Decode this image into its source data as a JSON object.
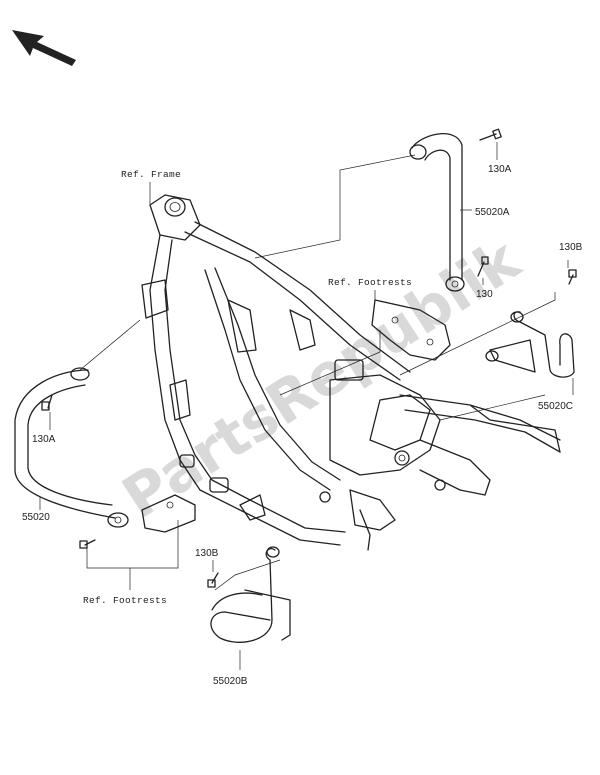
{
  "labels": {
    "ref_frame": "Ref. Frame",
    "ref_footrests_top": "Ref. Footrests",
    "ref_footrests_bottom": "Ref. Footrests",
    "p130a_top": "130A",
    "p130a_left": "130A",
    "p130": "130",
    "p130b_top": "130B",
    "p130b_bottom": "130B",
    "p55020a": "55020A",
    "p55020c": "55020C",
    "p55020": "55020",
    "p55020b": "55020B"
  },
  "watermark": "PartsRepublik",
  "icons": {
    "direction": "front-direction-arrow-icon"
  }
}
